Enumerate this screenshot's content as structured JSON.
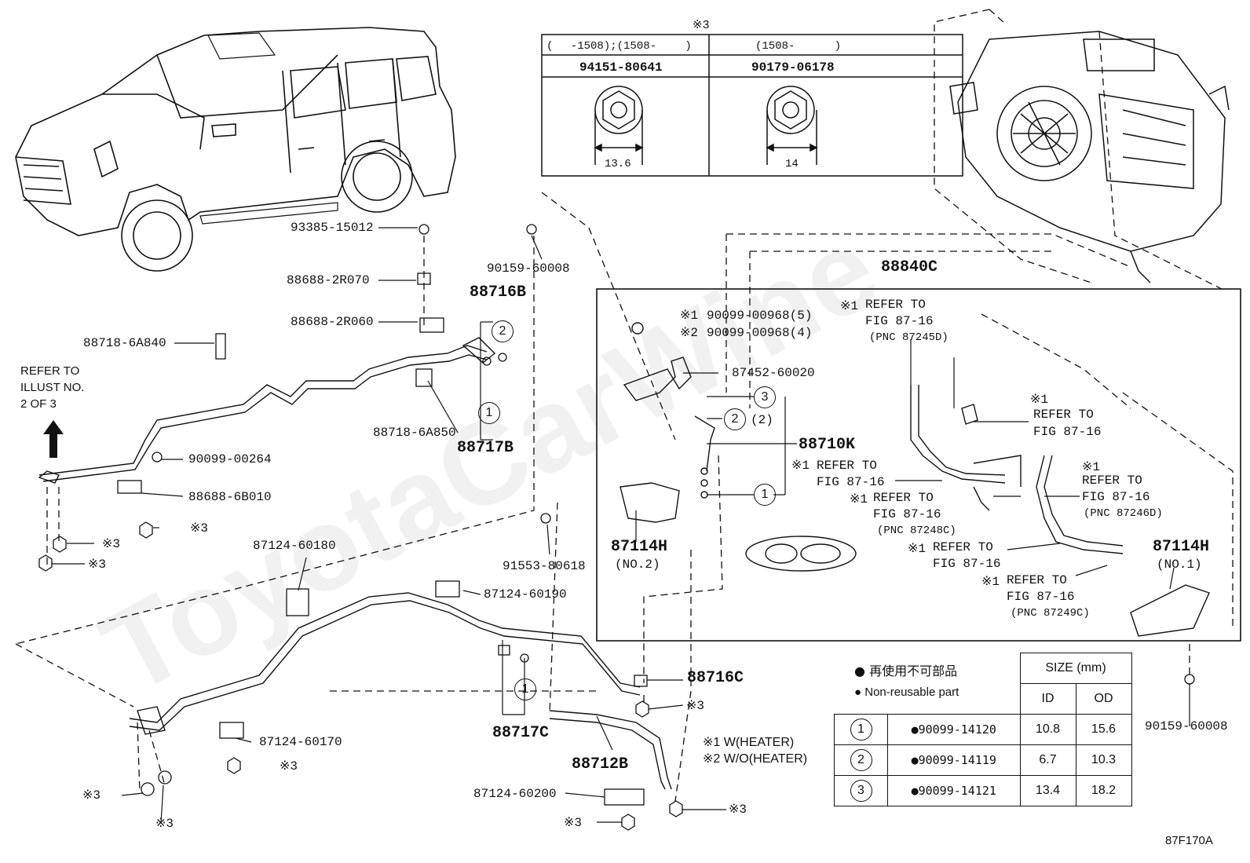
{
  "nut_table": {
    "note": "※3",
    "col1_range": "(　 -1508);(1508-　　 )",
    "col2_range": "(1508-　　　 )",
    "col1_part": "94151-80641",
    "col2_part": "90179-06178",
    "col1_size": "13.6",
    "col2_size": "14"
  },
  "left_labels": {
    "p93385": "93385-15012",
    "p88688_2r070": "88688-2R070",
    "p88688_2r060": "88688-2R060",
    "p88718_6a840": "88718-6A840",
    "p88716b": "88716B",
    "p90159_top": "90159-60008",
    "p88718_6a850": "88718-6A850",
    "p88717b": "88717B",
    "p90099_00264": "90099-00264",
    "p88688_6b010": "88688-6B010",
    "p87124_60180": "87124-60180",
    "p87124_60190": "87124-60190",
    "p91553": "91553-80618",
    "p88716c": "88716C",
    "p88717c": "88717C",
    "p88712b": "88712B",
    "p87124_60170": "87124-60170",
    "p87124_60200": "87124-60200"
  },
  "refer_illust": [
    "REFER TO",
    "ILLUST NO.",
    "2 OF 3"
  ],
  "marks": {
    "x3": "※3",
    "x1": "※1",
    "x2": "※2",
    "c1": "1",
    "c2": "2",
    "c3": "3",
    "c2_paren": "(2)"
  },
  "box": {
    "p88840c": "88840C",
    "p90099_00968_5": "90099-00968(5)",
    "p90099_00968_4": "90099-00968(4)",
    "p87452": "87452-60020",
    "p88710k": "88710K",
    "p87114h_2": "87114H",
    "no2": "(NO.2)",
    "p87114h_1": "87114H",
    "no1": "(NO.1)",
    "refer": "REFER TO",
    "fig": "FIG 87-16",
    "pnc_245d": "(PNC 87245D)",
    "pnc_246d": "(PNC 87246D)",
    "pnc_248c": "(PNC 87248C)",
    "pnc_249c": "(PNC 87249C)"
  },
  "right_bottom": {
    "p90159_right": "90159-60008",
    "w_heater": "※1 W(HEATER)",
    "wo_heater": "※2 W/O(HEATER)",
    "legend_jp": "再使用不可部品",
    "legend_en": "Non-reusable part",
    "size_hdr": "SIZE (mm)",
    "id_hdr": "ID",
    "od_hdr": "OD",
    "rows": [
      {
        "num": "1",
        "part": "●90099-14120",
        "id": "10.8",
        "od": "15.6"
      },
      {
        "num": "2",
        "part": "●90099-14119",
        "id": "6.7",
        "od": "10.3"
      },
      {
        "num": "3",
        "part": "●90099-14121",
        "id": "13.4",
        "od": "18.2"
      }
    ],
    "code": "87F170A"
  },
  "watermark": "ToyotaCarWine"
}
